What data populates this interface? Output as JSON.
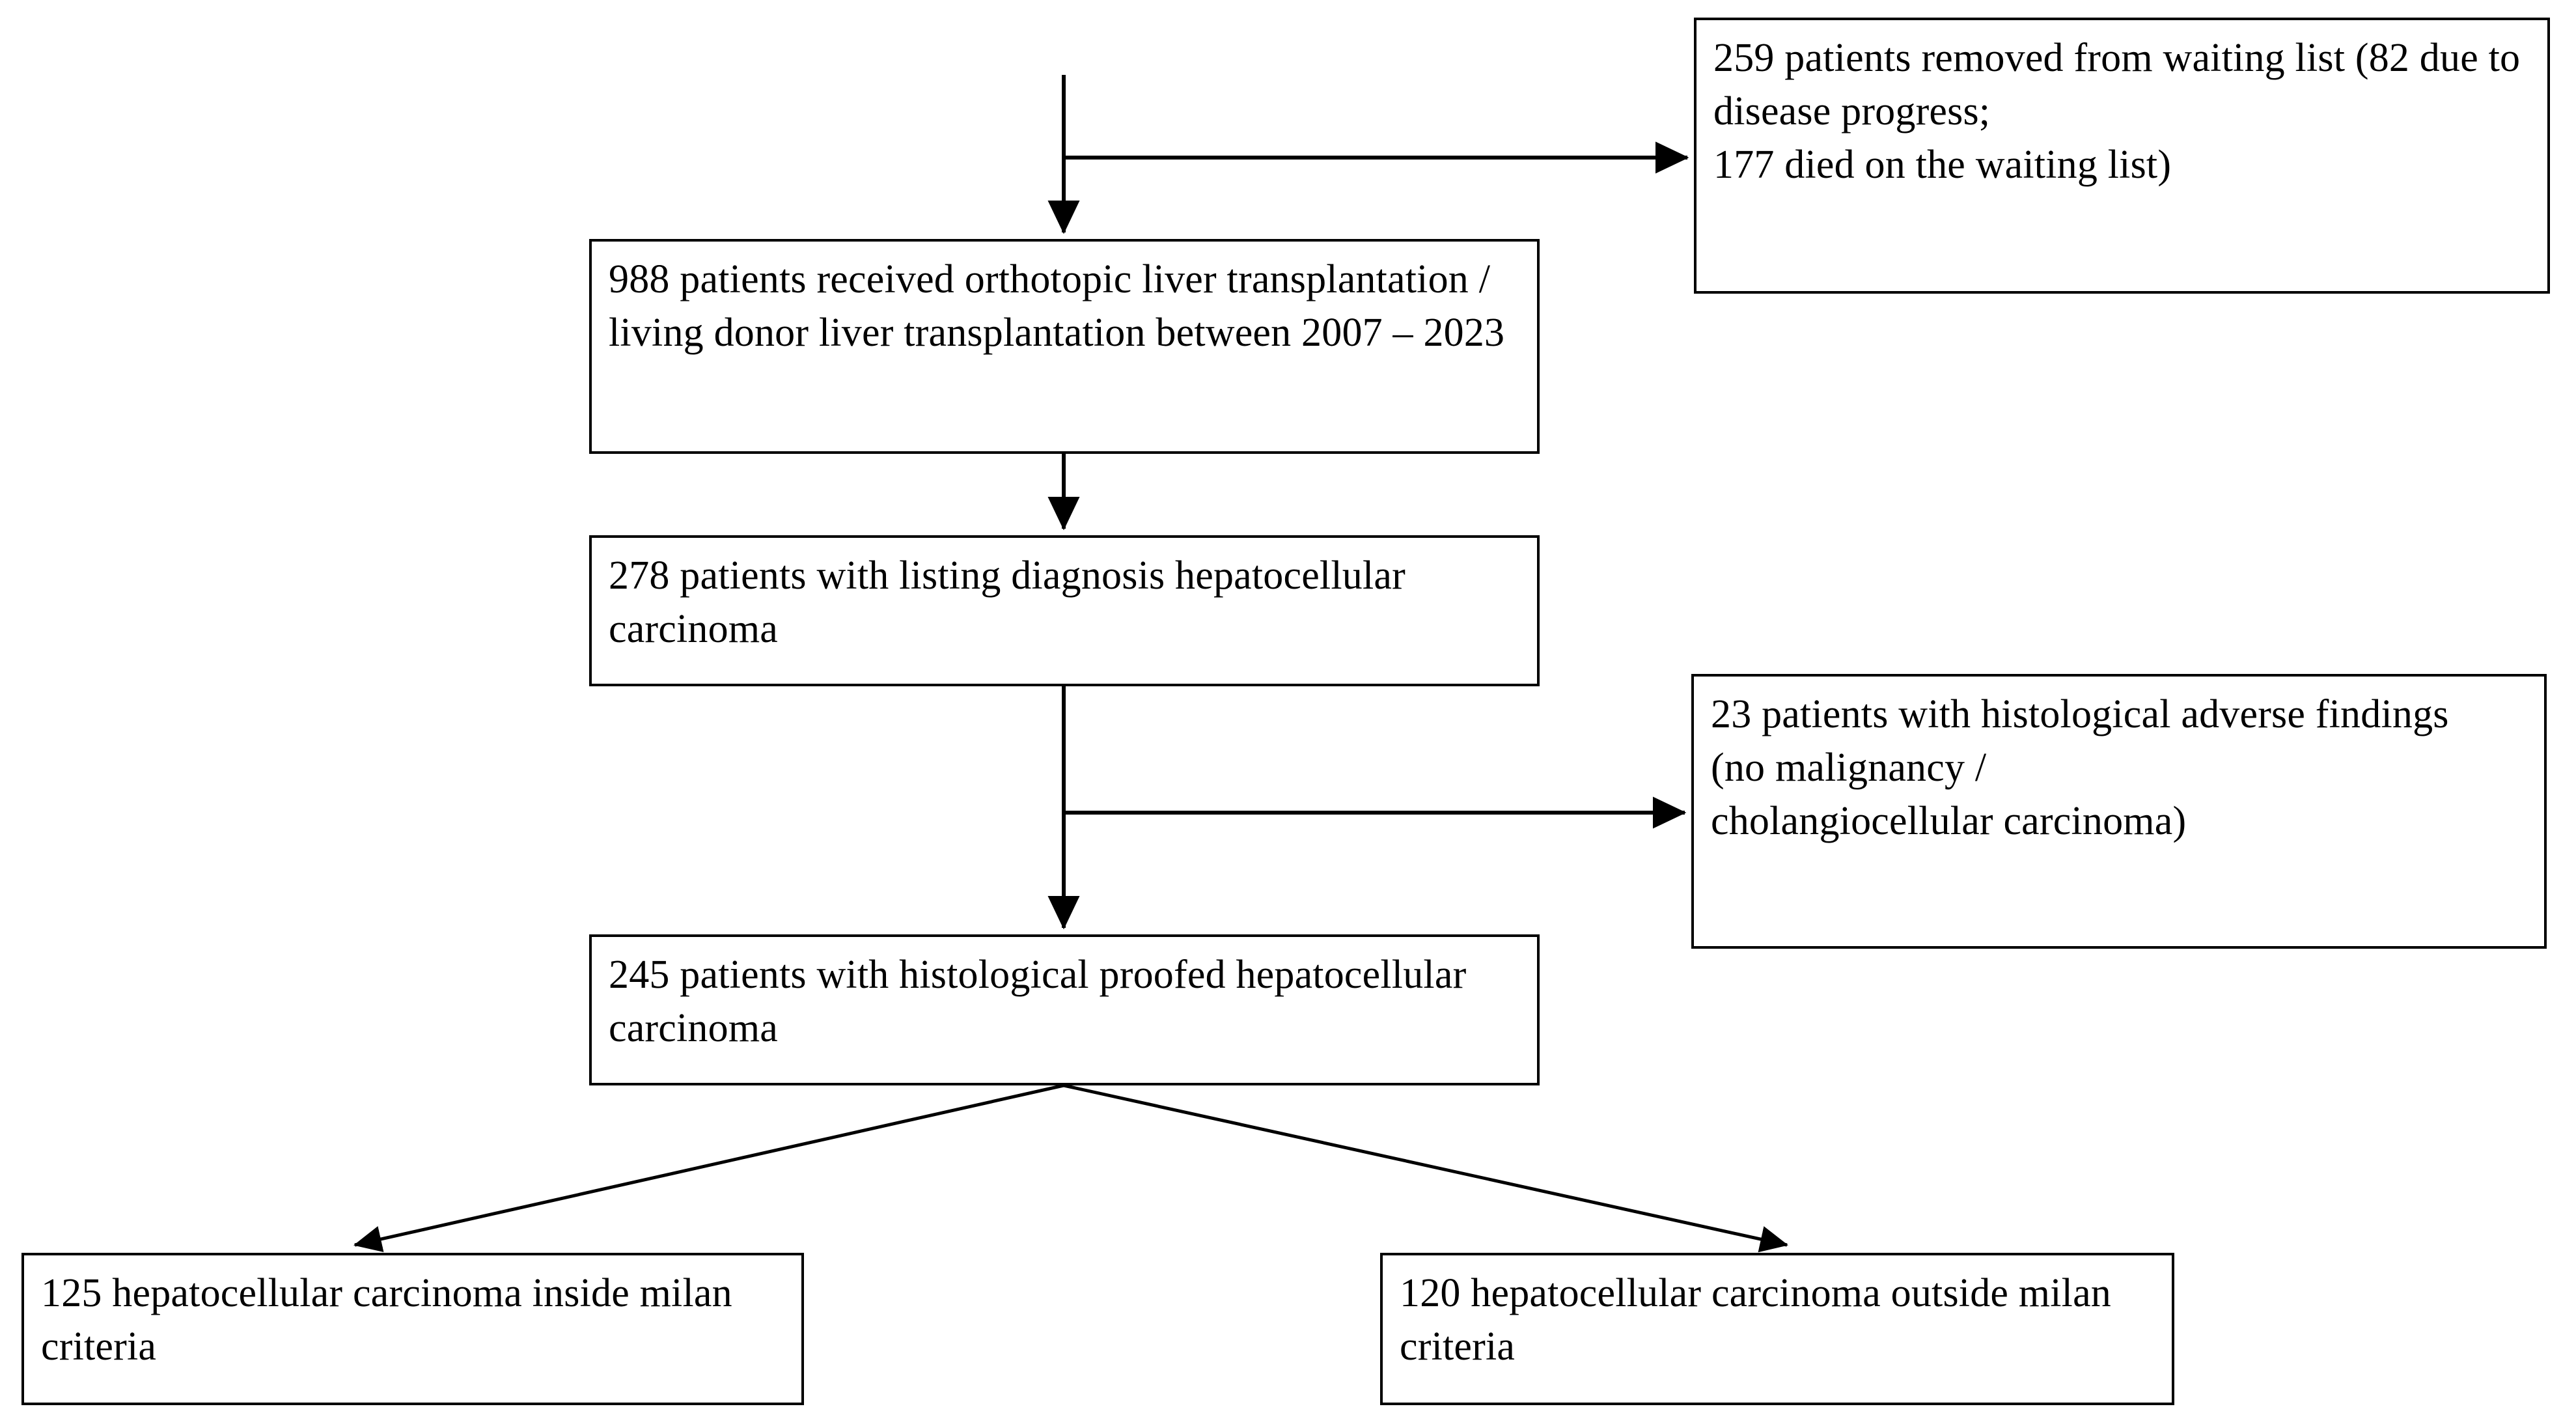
{
  "diagram": {
    "type": "flowchart",
    "orientation": "top-down",
    "background_color": "#ffffff",
    "line_color": "#000000",
    "text_color": "#000000",
    "nodes": {
      "otlt": {
        "id": "otlt",
        "text": "988 patients received orthotopic liver transplantation / living donor liver transplantation between 2007 – 2023",
        "count": 988
      },
      "listing": {
        "id": "listing",
        "text": "278 patients with listing diagnosis hepatocellular carcinoma",
        "count": 278
      },
      "proofed": {
        "id": "proofed",
        "text": "245 patients with histological proofed hepatocellular carcinoma",
        "count": 245
      },
      "removed": {
        "id": "removed",
        "text": "259 patients removed from waiting list (82 due to disease progress;\n177 died on the waiting list)",
        "count": 259
      },
      "adverse": {
        "id": "adverse",
        "text": "23 patients with histological adverse findings\n(no malignancy /\ncholangiocellular carcinoma)",
        "count": 23
      },
      "inside_milan": {
        "id": "inside_milan",
        "text": "125 hepatocellular carcinoma inside milan criteria",
        "count": 125
      },
      "outside_milan": {
        "id": "outside_milan",
        "text": "120 hepatocellular carcinoma outside milan criteria",
        "count": 120
      }
    },
    "edges": [
      {
        "from": "entry",
        "to": "otlt",
        "style": "solid-arrow"
      },
      {
        "from": "entry-trunk",
        "to": "removed",
        "style": "solid-arrow"
      },
      {
        "from": "otlt",
        "to": "listing",
        "style": "solid-arrow"
      },
      {
        "from": "listing",
        "to": "proofed",
        "style": "solid-arrow"
      },
      {
        "from": "listing-trunk",
        "to": "adverse",
        "style": "solid-arrow"
      },
      {
        "from": "proofed",
        "to": "inside_milan",
        "style": "solid-arrow"
      },
      {
        "from": "proofed",
        "to": "outside_milan",
        "style": "solid-arrow"
      }
    ]
  }
}
